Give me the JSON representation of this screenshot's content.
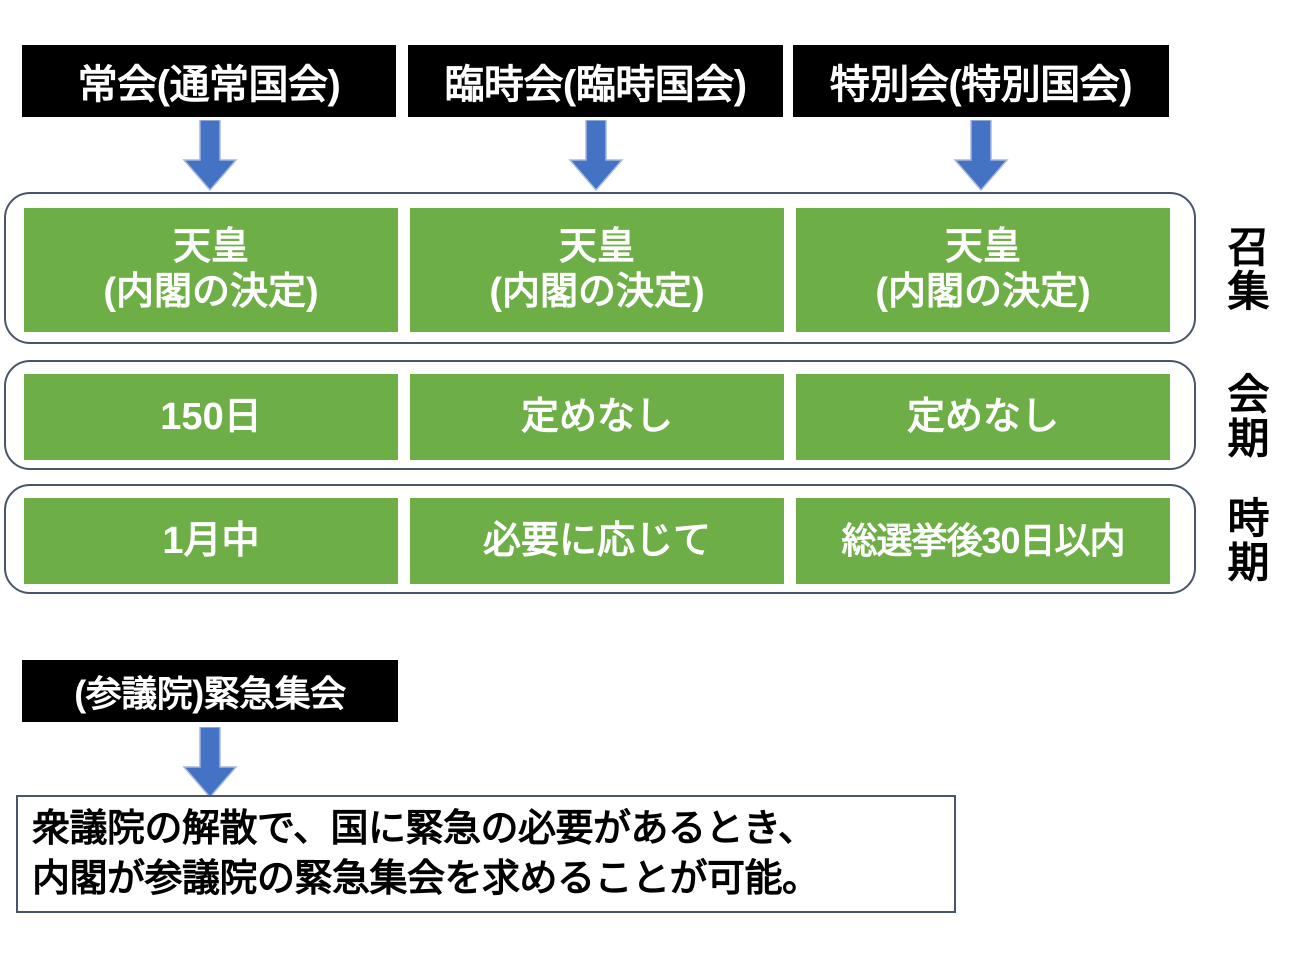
{
  "colors": {
    "green_cell": "#6EAE46",
    "arrow_blue": "#4472C4",
    "chip_black": "#000000",
    "container_border": "#4A5568",
    "text_white": "#FFFFFF",
    "text_black": "#000000"
  },
  "session_types": [
    {
      "id": "ordinary",
      "chip_label": "常会(通常国会)"
    },
    {
      "id": "extraordinary",
      "chip_label": "臨時会(臨時国会)"
    },
    {
      "id": "special",
      "chip_label": "特別会(特別国会)"
    }
  ],
  "arrows": {
    "icon": "arrow-down-icon",
    "count": 4
  },
  "rows": [
    {
      "id": "convocation",
      "side_label": "召集",
      "cells": [
        {
          "line1": "天皇",
          "line2": "(内閣の決定)"
        },
        {
          "line1": "天皇",
          "line2": "(内閣の決定)"
        },
        {
          "line1": "天皇",
          "line2": "(内閣の決定)"
        }
      ]
    },
    {
      "id": "session-period",
      "side_label": "会期",
      "cells": [
        {
          "line1": "150日",
          "line2": ""
        },
        {
          "line1": "定めなし",
          "line2": ""
        },
        {
          "line1": "定めなし",
          "line2": ""
        }
      ]
    },
    {
      "id": "timing",
      "side_label": "時期",
      "cells": [
        {
          "line1": "1月中",
          "line2": ""
        },
        {
          "line1": "必要に応じて",
          "line2": ""
        },
        {
          "line1": "総選挙後30日以内",
          "line2": ""
        }
      ]
    }
  ],
  "emergency": {
    "chip_label": "(参議院)緊急集会",
    "description_line1": "衆議院の解散で、国に緊急の必要があるとき、",
    "description_line2": "内閣が参議院の緊急集会を求めることが可能。"
  }
}
